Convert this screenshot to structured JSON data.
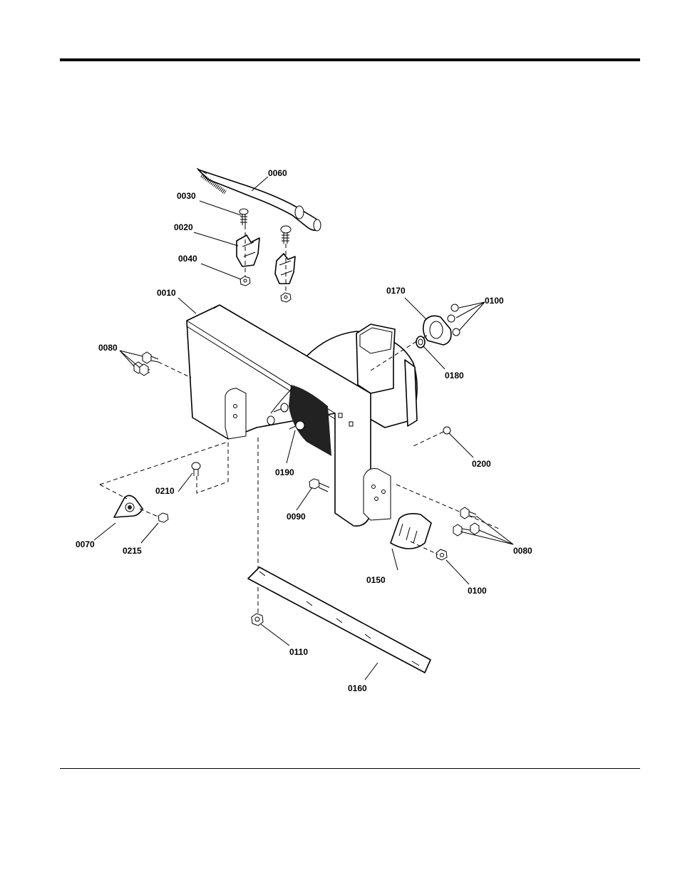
{
  "callouts": {
    "c0060": "0060",
    "c0030": "0030",
    "c0020": "0020",
    "c0040": "0040",
    "c0010": "0010",
    "c0170": "0170",
    "c0100_top": "0100",
    "c0080_left": "0080",
    "c0180": "0180",
    "c0200": "0200",
    "c0190": "0190",
    "c0210": "0210",
    "c0090": "0090",
    "c0070": "0070",
    "c0215": "0215",
    "c0080_right": "0080",
    "c0150": "0150",
    "c0100_bottom": "0100",
    "c0110": "0110",
    "c0160": "0160"
  }
}
